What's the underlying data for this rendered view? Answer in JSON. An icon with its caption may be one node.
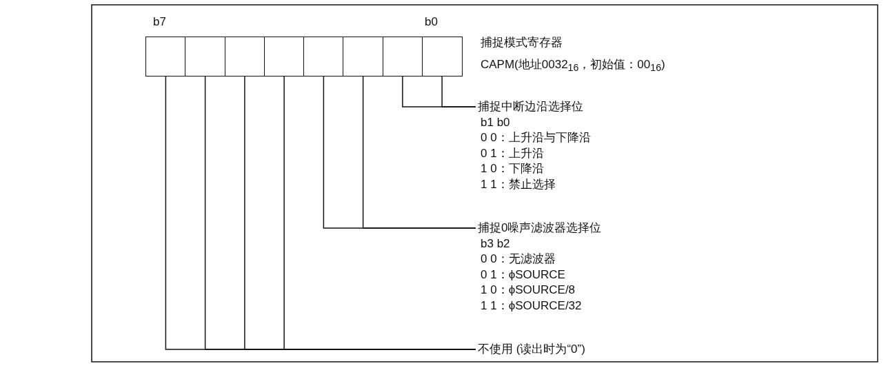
{
  "diagram": {
    "nodes": [
      {
        "text": [],
        "shape": "box"
      },
      {
        "text": [],
        "shape": "box"
      },
      {
        "text": [],
        "shape": "box"
      },
      {
        "text": [],
        "shape": "box"
      },
      {
        "text": [],
        "shape": "box"
      },
      {
        "text": [],
        "shape": "box"
      },
      {
        "text": [],
        "shape": "box"
      },
      {
        "text": [],
        "shape": "box"
      },
      {
        "text": [
          "捕捉中断边沿选择位",
          "b1 b0",
          "0 0：上升沿与下降沿",
          "0 1：上升沿",
          "1 0：下降沿",
          "1 1：禁止选择"
        ]
      },
      {
        "text": [
          "捕捉0噪声滤波器选择位",
          "b3 b2",
          "0 0：无滤波器",
          "0 1：ϕSOURCE",
          "1 0：ϕSOURCE/8",
          "1 1：ϕSOURCE/32"
        ]
      },
      {
        "text": [
          "不使用 (读出时为“0”)"
        ]
      }
    ],
    "edges": [
      {
        "from": 7,
        "to": 8,
        "arrow": "none"
      },
      {
        "from": 6,
        "to": 8,
        "arrow": "none"
      },
      {
        "from": 5,
        "to": 9,
        "arrow": "none"
      },
      {
        "from": 4,
        "to": 9,
        "arrow": "none"
      },
      {
        "from": 3,
        "to": 10,
        "arrow": "none"
      },
      {
        "from": 2,
        "to": 10,
        "arrow": "none"
      },
      {
        "from": 1,
        "to": 10,
        "arrow": "none"
      },
      {
        "from": 0,
        "to": 10,
        "arrow": "none"
      }
    ],
    "labels": [
      "b7",
      "b0",
      "捕捉模式寄存器",
      "CAPM(地址0032$_{16}$，初始值：00$_{16}$)"
    ]
  }
}
